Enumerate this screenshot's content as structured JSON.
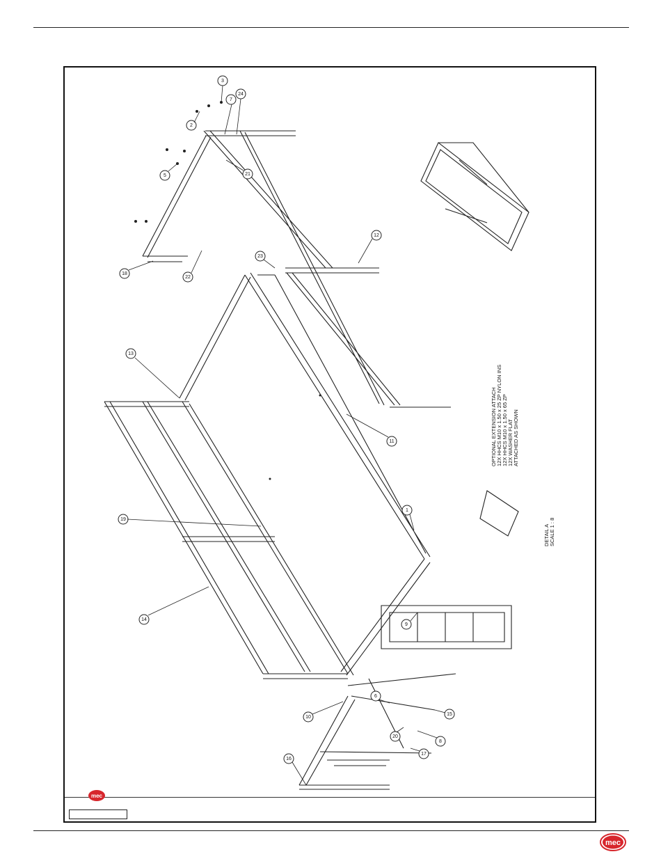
{
  "callouts": [
    {
      "num": "1"
    },
    {
      "num": "2"
    },
    {
      "num": "3"
    },
    {
      "num": "5"
    },
    {
      "num": "6"
    },
    {
      "num": "7"
    },
    {
      "num": "8"
    },
    {
      "num": "9"
    },
    {
      "num": "10"
    },
    {
      "num": "11"
    },
    {
      "num": "12"
    },
    {
      "num": "13"
    },
    {
      "num": "14"
    },
    {
      "num": "15"
    },
    {
      "num": "16"
    },
    {
      "num": "17"
    },
    {
      "num": "18"
    },
    {
      "num": "19"
    },
    {
      "num": "20"
    },
    {
      "num": "21"
    },
    {
      "num": "22"
    },
    {
      "num": "23"
    },
    {
      "num": "24"
    }
  ],
  "notes": {
    "optional": [
      "OPTIONAL EXTENSION ATTACH",
      "12X HHCS M10 x 1.50 x 25 ZP NYLON INS",
      "12X HHCS M10 x 1.50 x 65 ZP",
      "12X WASHER FLAT",
      "ATTACHED AS SHOWN"
    ],
    "detail": [
      "DETAIL A",
      "SCALE 1 : 8"
    ]
  },
  "brand": {
    "logo_text": "mec",
    "color": "#d7262c"
  }
}
